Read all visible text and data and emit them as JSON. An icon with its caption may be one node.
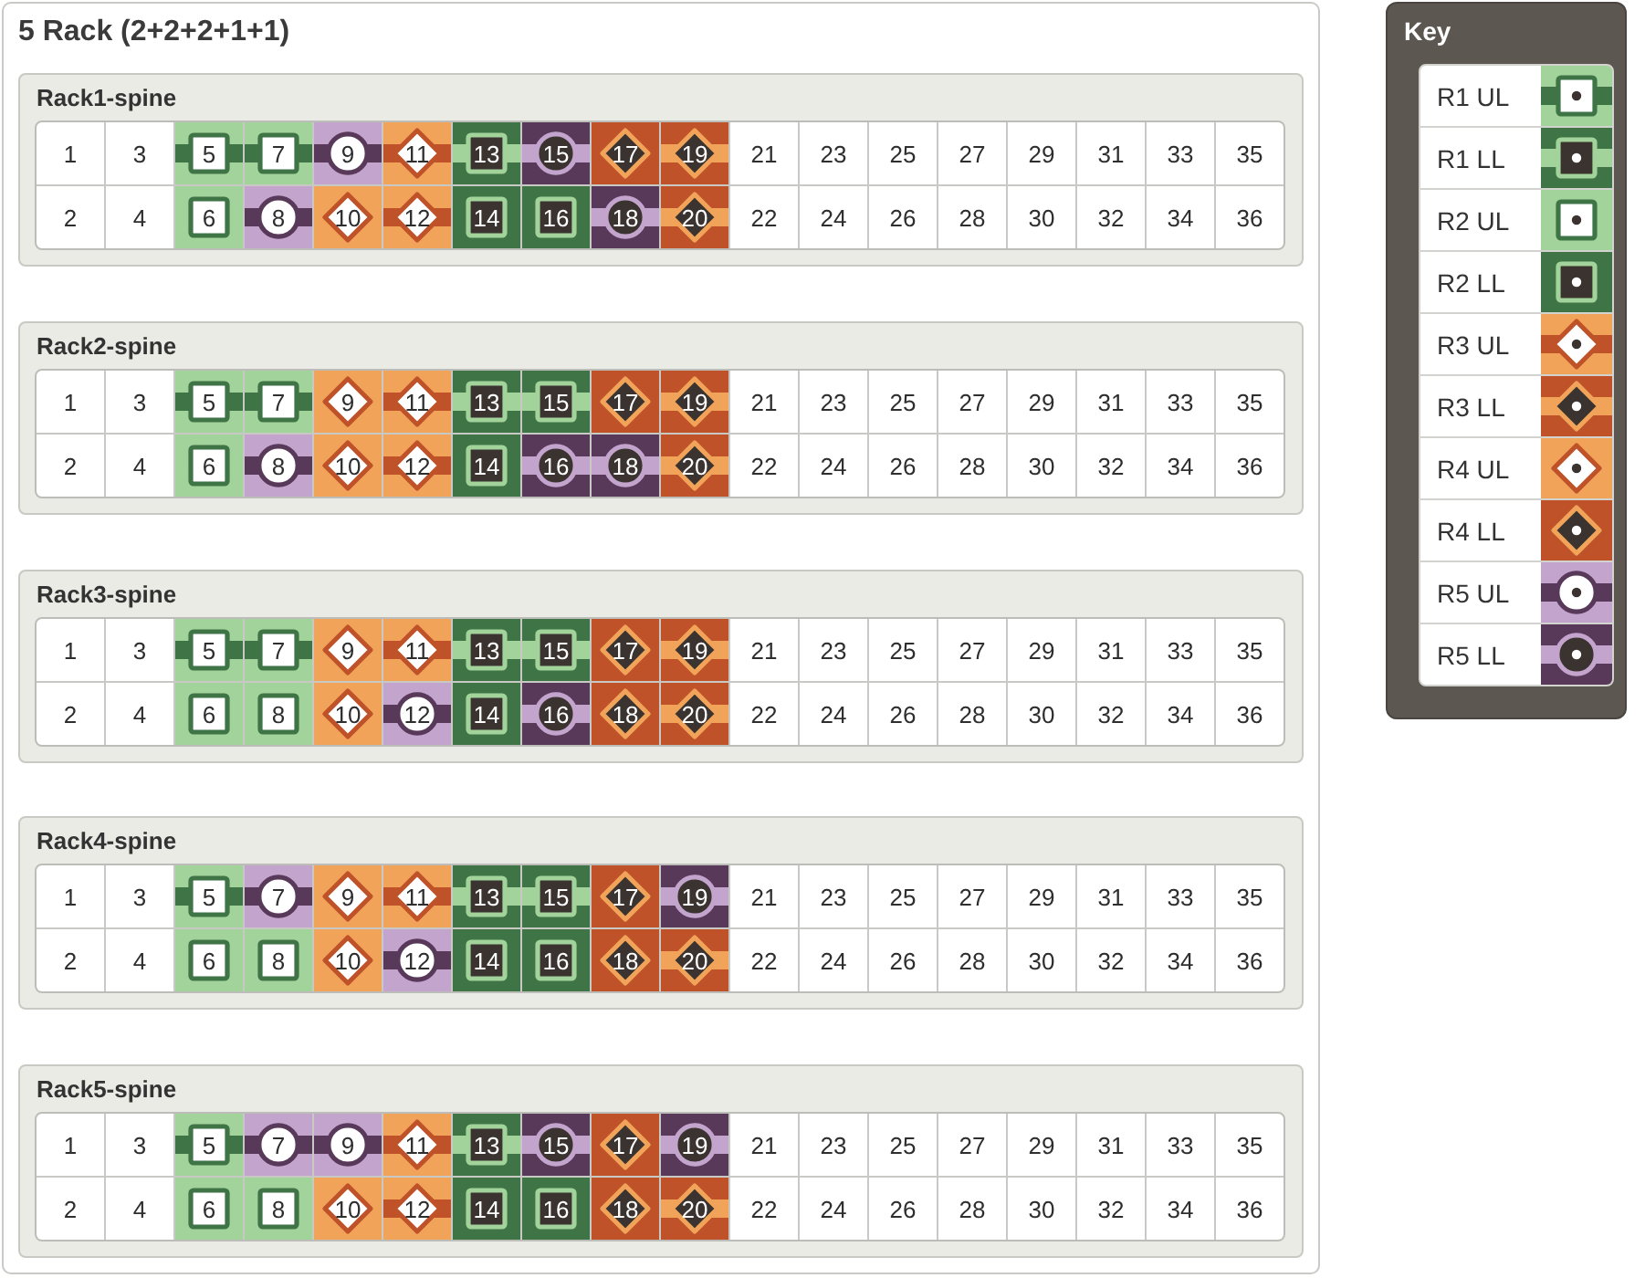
{
  "diagram": {
    "nodes": [
      {
        "text": [
          "5 Rack (2+2+2+1+1)"
        ]
      },
      {
        "text": [
          "Rack1-spine"
        ],
        "in": 0
      },
      {
        "text": [
          "Rack2-spine"
        ],
        "in": 0
      },
      {
        "text": [
          "Rack3-spine"
        ],
        "in": 0
      },
      {
        "text": [
          "Rack4-spine"
        ],
        "in": 0
      },
      {
        "text": [
          "Rack5-spine"
        ],
        "in": 0
      },
      {
        "text": [
          "Key"
        ]
      }
    ],
    "labels": [
      "1",
      "3",
      "5",
      "7",
      "9",
      "11",
      "13",
      "15",
      "17",
      "19",
      "21",
      "23",
      "25",
      "27",
      "29",
      "31",
      "33",
      "35",
      "2",
      "4",
      "6",
      "8",
      "10",
      "12",
      "14",
      "16",
      "18",
      "20",
      "22",
      "24",
      "26",
      "28",
      "30",
      "32",
      "34",
      "36",
      "1",
      "3",
      "5",
      "7",
      "9",
      "11",
      "13",
      "15",
      "17",
      "19",
      "21",
      "23",
      "25",
      "27",
      "29",
      "31",
      "33",
      "35",
      "2",
      "4",
      "6",
      "8",
      "10",
      "12",
      "14",
      "16",
      "18",
      "20",
      "22",
      "24",
      "26",
      "28",
      "30",
      "32",
      "34",
      "36",
      "1",
      "3",
      "5",
      "7",
      "9",
      "11",
      "13",
      "15",
      "17",
      "19",
      "21",
      "23",
      "25",
      "27",
      "29",
      "31",
      "33",
      "35",
      "2",
      "4",
      "6",
      "8",
      "10",
      "12",
      "14",
      "16",
      "18",
      "20",
      "22",
      "24",
      "26",
      "28",
      "30",
      "32",
      "34",
      "36",
      "1",
      "3",
      "5",
      "7",
      "9",
      "11",
      "13",
      "15",
      "17",
      "19",
      "21",
      "23",
      "25",
      "27",
      "29",
      "31",
      "33",
      "35",
      "2",
      "4",
      "6",
      "8",
      "10",
      "12",
      "14",
      "16",
      "18",
      "20",
      "22",
      "24",
      "26",
      "28",
      "30",
      "32",
      "34",
      "36",
      "1",
      "3",
      "5",
      "7",
      "9",
      "11",
      "13",
      "15",
      "17",
      "19",
      "21",
      "23",
      "25",
      "27",
      "29",
      "31",
      "33",
      "35",
      "2",
      "4",
      "6",
      "8",
      "10",
      "12",
      "14",
      "16",
      "18",
      "20",
      "22",
      "24",
      "26",
      "28",
      "30",
      "32",
      "34",
      "36"
    ],
    "legend": [
      {
        "text": "R1 UL"
      },
      {
        "text": "R1 LL"
      },
      {
        "text": "R2 UL"
      },
      {
        "text": "R2 LL"
      },
      {
        "text": "R3 UL"
      },
      {
        "text": "R3 LL"
      },
      {
        "text": "R4 UL"
      },
      {
        "text": "R4 LL"
      },
      {
        "text": "R5 UL"
      },
      {
        "text": "R5 LL"
      }
    ]
  }
}
